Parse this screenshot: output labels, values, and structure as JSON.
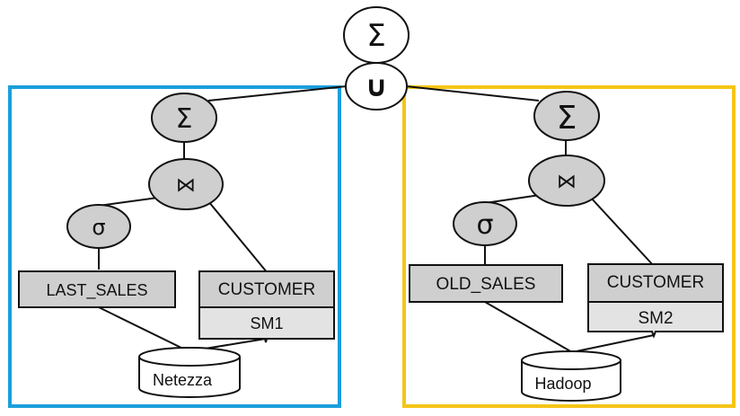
{
  "colors": {
    "left_frame": "#1a9fdc",
    "right_frame": "#f5c518",
    "node_fill": "#cfcfcf",
    "white_node_fill": "#ffffff",
    "stroke": "#111111",
    "schema_fill": "#e3e3e3"
  },
  "top": {
    "aggregate_symbol": "Σ",
    "union_symbol": "∪"
  },
  "left": {
    "aggregate_symbol": "Σ",
    "join_symbol": "⋈",
    "select_symbol": "σ",
    "table_1": "LAST_SALES",
    "table_2": "CUSTOMER",
    "schema_label": "SM1",
    "source": "Netezza"
  },
  "right": {
    "aggregate_symbol": "Σ",
    "join_symbol": "⋈",
    "select_symbol": "σ",
    "table_1": "OLD_SALES",
    "table_2": "CUSTOMER",
    "schema_label": "SM2",
    "source": "Hadoop"
  }
}
